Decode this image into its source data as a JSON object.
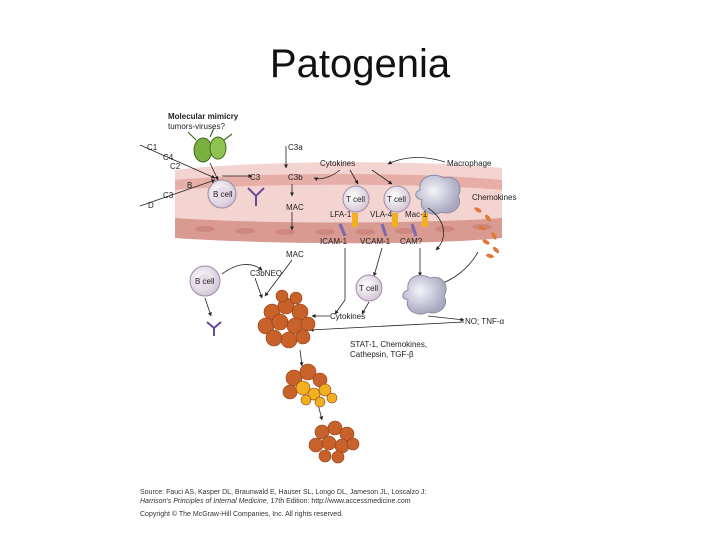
{
  "slide": {
    "title": "Patogenia"
  },
  "diagram": {
    "mimicry": [
      "Molecular mimicry",
      "tumors-viruses?"
    ],
    "complement": {
      "c1": "C1",
      "c4": "C4",
      "c2": "C2",
      "b": "B",
      "c3_left": "C3",
      "d": "D"
    },
    "c3a": "C3a",
    "c3": "C3",
    "c3b": "C3b",
    "mac_upper": "MAC",
    "mac_lower": "MAC",
    "c3bneo": "C3bNEO",
    "cytokines_upper": "Cytokines",
    "cytokines_lower": "Cytokines",
    "macrophage": "Macrophage",
    "chemokines": "Chemokines",
    "b_cell_upper": "B cell",
    "b_cell_lower": "B cell",
    "t_cell_1": "T cell",
    "t_cell_2": "T cell",
    "t_cell_lower": "T cell",
    "lfa1": "LFA-1",
    "vla4": "VLA-4",
    "mac1": "Mac-1",
    "icam1": "ICAM-1",
    "vcam1": "VCAM-1",
    "camp": "CAM?",
    "no_tnf": "NO; TNF-α",
    "effectors": [
      "STAT-1, Chemokines,",
      "Cathepsin, TGF-β"
    ]
  },
  "source": {
    "line1": "Source: Fauci AS, Kasper DL, Braunwald E, Hauser SL, Longo DL, Jameson JL, Loscalzo J:",
    "line2_title": "Harrison's Principles of Internal Medicine",
    "line2_rest": ", 17th Edition: http://www.accessmedicine.com",
    "line3": "Copyright © The McGraw-Hill Companies, Inc. All rights reserved."
  },
  "colors": {
    "membrane_pink": "#e8b4b4",
    "endothelium": "#d99a92",
    "cluster_orange": "#c8622a",
    "granule_yellow": "#f0b020",
    "cell_gray": "#c0c0d0",
    "antibody_purple": "#6a4a9a",
    "virus_green": "#7ab040"
  }
}
